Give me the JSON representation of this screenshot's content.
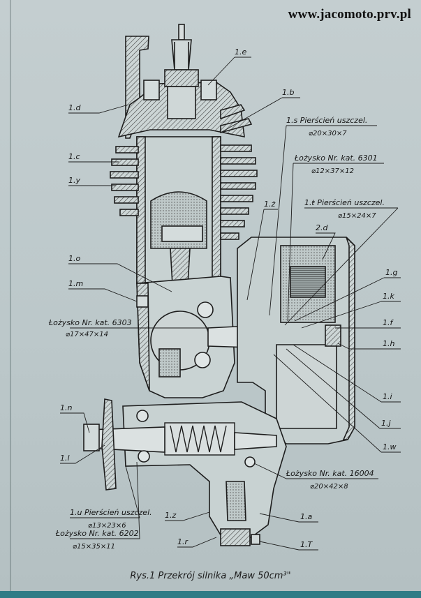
{
  "watermark": "www.jacomoto.prv.pl",
  "caption": "Rys.1  Przekrój silnika „Maw 50cm³\"",
  "labels": {
    "e": "1.e",
    "d": "1.d",
    "b": "1.b",
    "s": "1.s Pierścień uszczel.",
    "s_spec": "⌀20×30×7",
    "c": "1.c",
    "bearing_6301": "Łożysko Nr. kat. 6301",
    "bearing_6301_spec": "⌀12×37×12",
    "y": "1.y",
    "t_seal": "1.ŧ Pierścień uszczel.",
    "t_seal_spec": "⌀15×24×7",
    "z_dot": "1.ż",
    "d2": "2.d",
    "o": "1.o",
    "g": "1.g",
    "m": "1.m",
    "k": "1.k",
    "bearing_6303": "Łożysko Nr. kat. 6303",
    "bearing_6303_spec": "⌀17×47×14",
    "f": "1.f",
    "h": "1.h",
    "i": "1.i",
    "n": "1.n",
    "j": "1.j",
    "l": "1.l",
    "w": "1.w",
    "bearing_16004": "Łożysko Nr. kat. 16004",
    "bearing_16004_spec": "⌀20×42×8",
    "u_seal": "1.u Pierścień uszczel.",
    "u_seal_spec": "⌀13×23×6",
    "z": "1.z",
    "a": "1.a",
    "bearing_6202": "Łożysko Nr. kat. 6202",
    "bearing_6202_spec": "⌀15×35×11",
    "r": "1.r",
    "T": "1.T"
  }
}
